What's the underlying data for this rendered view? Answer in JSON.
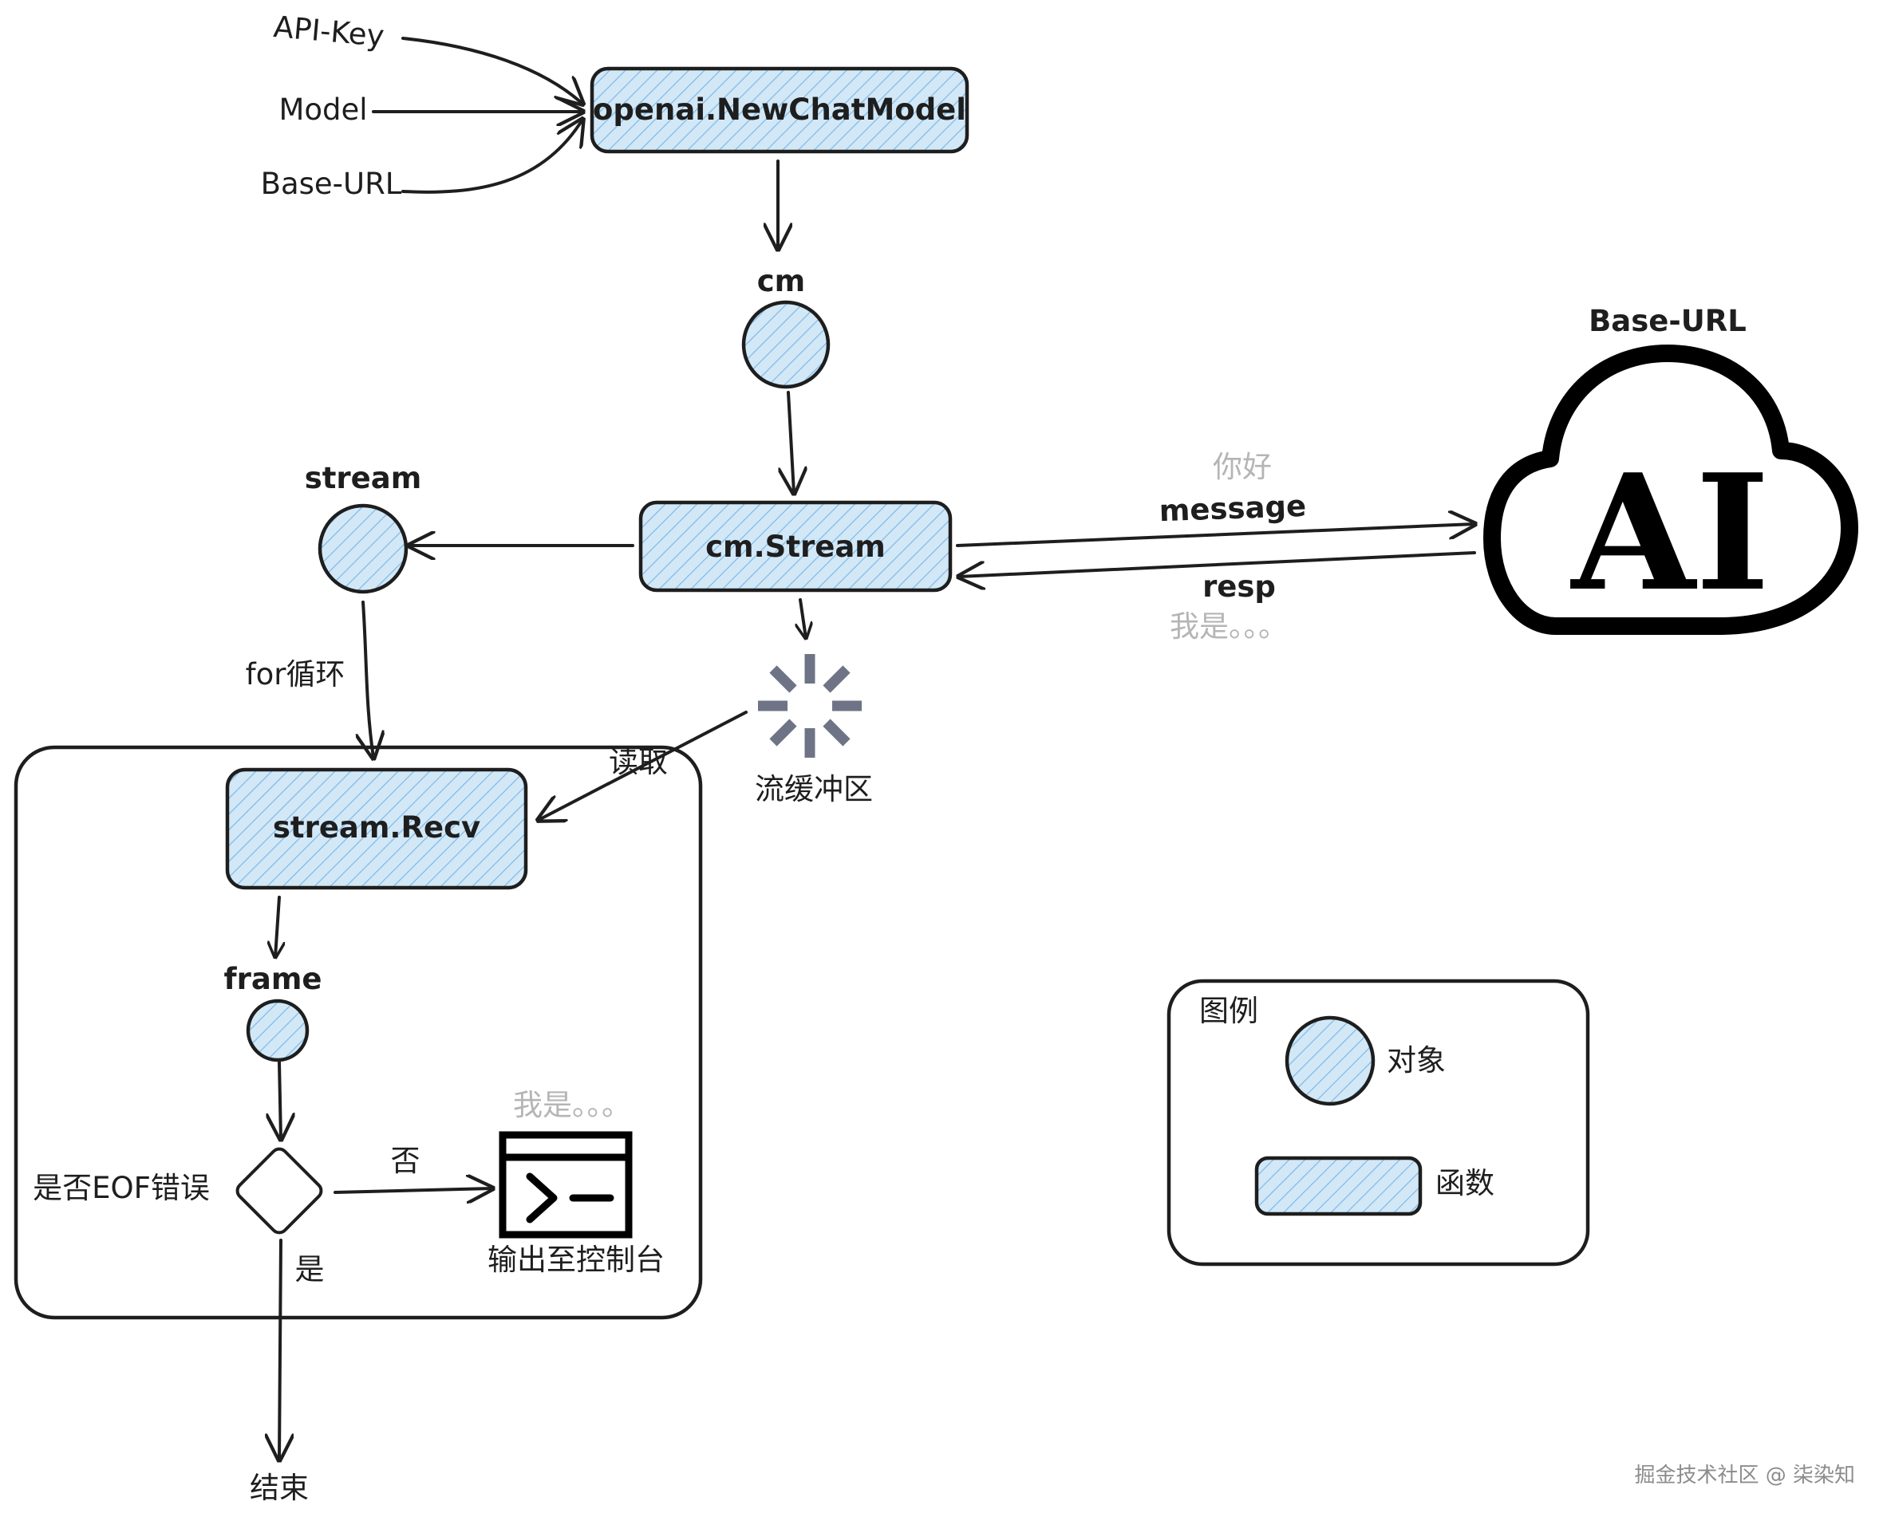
{
  "inputs": {
    "api_key": "API-Key",
    "model": "Model",
    "base_url": "Base-URL"
  },
  "nodes": {
    "new_chat_model": "openai.NewChatModel",
    "cm": "cm",
    "cm_stream": "cm.Stream",
    "stream": "stream",
    "stream_recv": "stream.Recv",
    "frame": "frame"
  },
  "ai_service": {
    "title": "Base-URL",
    "logo_text": "AI"
  },
  "edges": {
    "message_hint": "你好",
    "message": "message",
    "resp": "resp",
    "resp_hint": "我是。。。",
    "for_loop": "for循环",
    "read": "读取",
    "buffer": "流缓冲区"
  },
  "loop_box": {
    "decision": "是否EOF错误",
    "no": "否",
    "yes": "是",
    "output_hint": "我是。。。",
    "output": "输出至控制台",
    "end": "结束"
  },
  "legend": {
    "title": "图例",
    "object": "对象",
    "function": "函数"
  },
  "watermark": "掘金技术社区 @ 柒染知",
  "colors": {
    "fill": "#d2e8f7",
    "hatch": "#7fb8e6",
    "stroke": "#1e1e1e",
    "hint": "#b5b5b5",
    "spinner": "#6e7485"
  }
}
